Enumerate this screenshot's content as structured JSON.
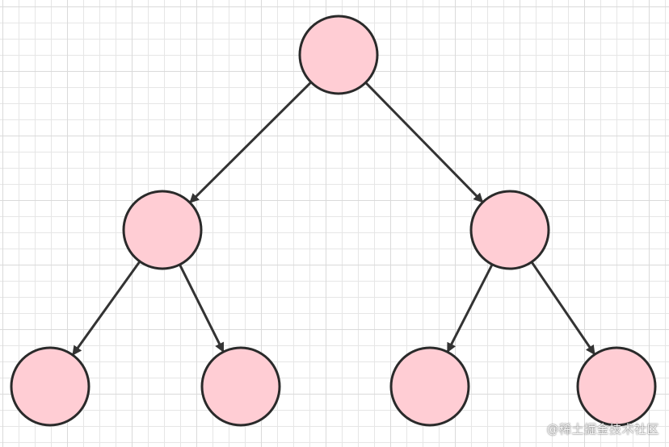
{
  "diagram": {
    "type": "binary-tree",
    "node_fill": "#ffcdd4",
    "node_stroke": "#2a2a2a",
    "edge_color": "#333333",
    "nodes": [
      {
        "id": "root"
      },
      {
        "id": "left"
      },
      {
        "id": "right"
      },
      {
        "id": "left-left"
      },
      {
        "id": "left-right"
      },
      {
        "id": "right-left"
      },
      {
        "id": "right-right"
      }
    ],
    "edges": [
      {
        "from": "root",
        "to": "left"
      },
      {
        "from": "root",
        "to": "right"
      },
      {
        "from": "left",
        "to": "left-left"
      },
      {
        "from": "left",
        "to": "left-right"
      },
      {
        "from": "right",
        "to": "right-left"
      },
      {
        "from": "right",
        "to": "right-right"
      }
    ]
  },
  "watermark": "@稀土掘金技术社区"
}
